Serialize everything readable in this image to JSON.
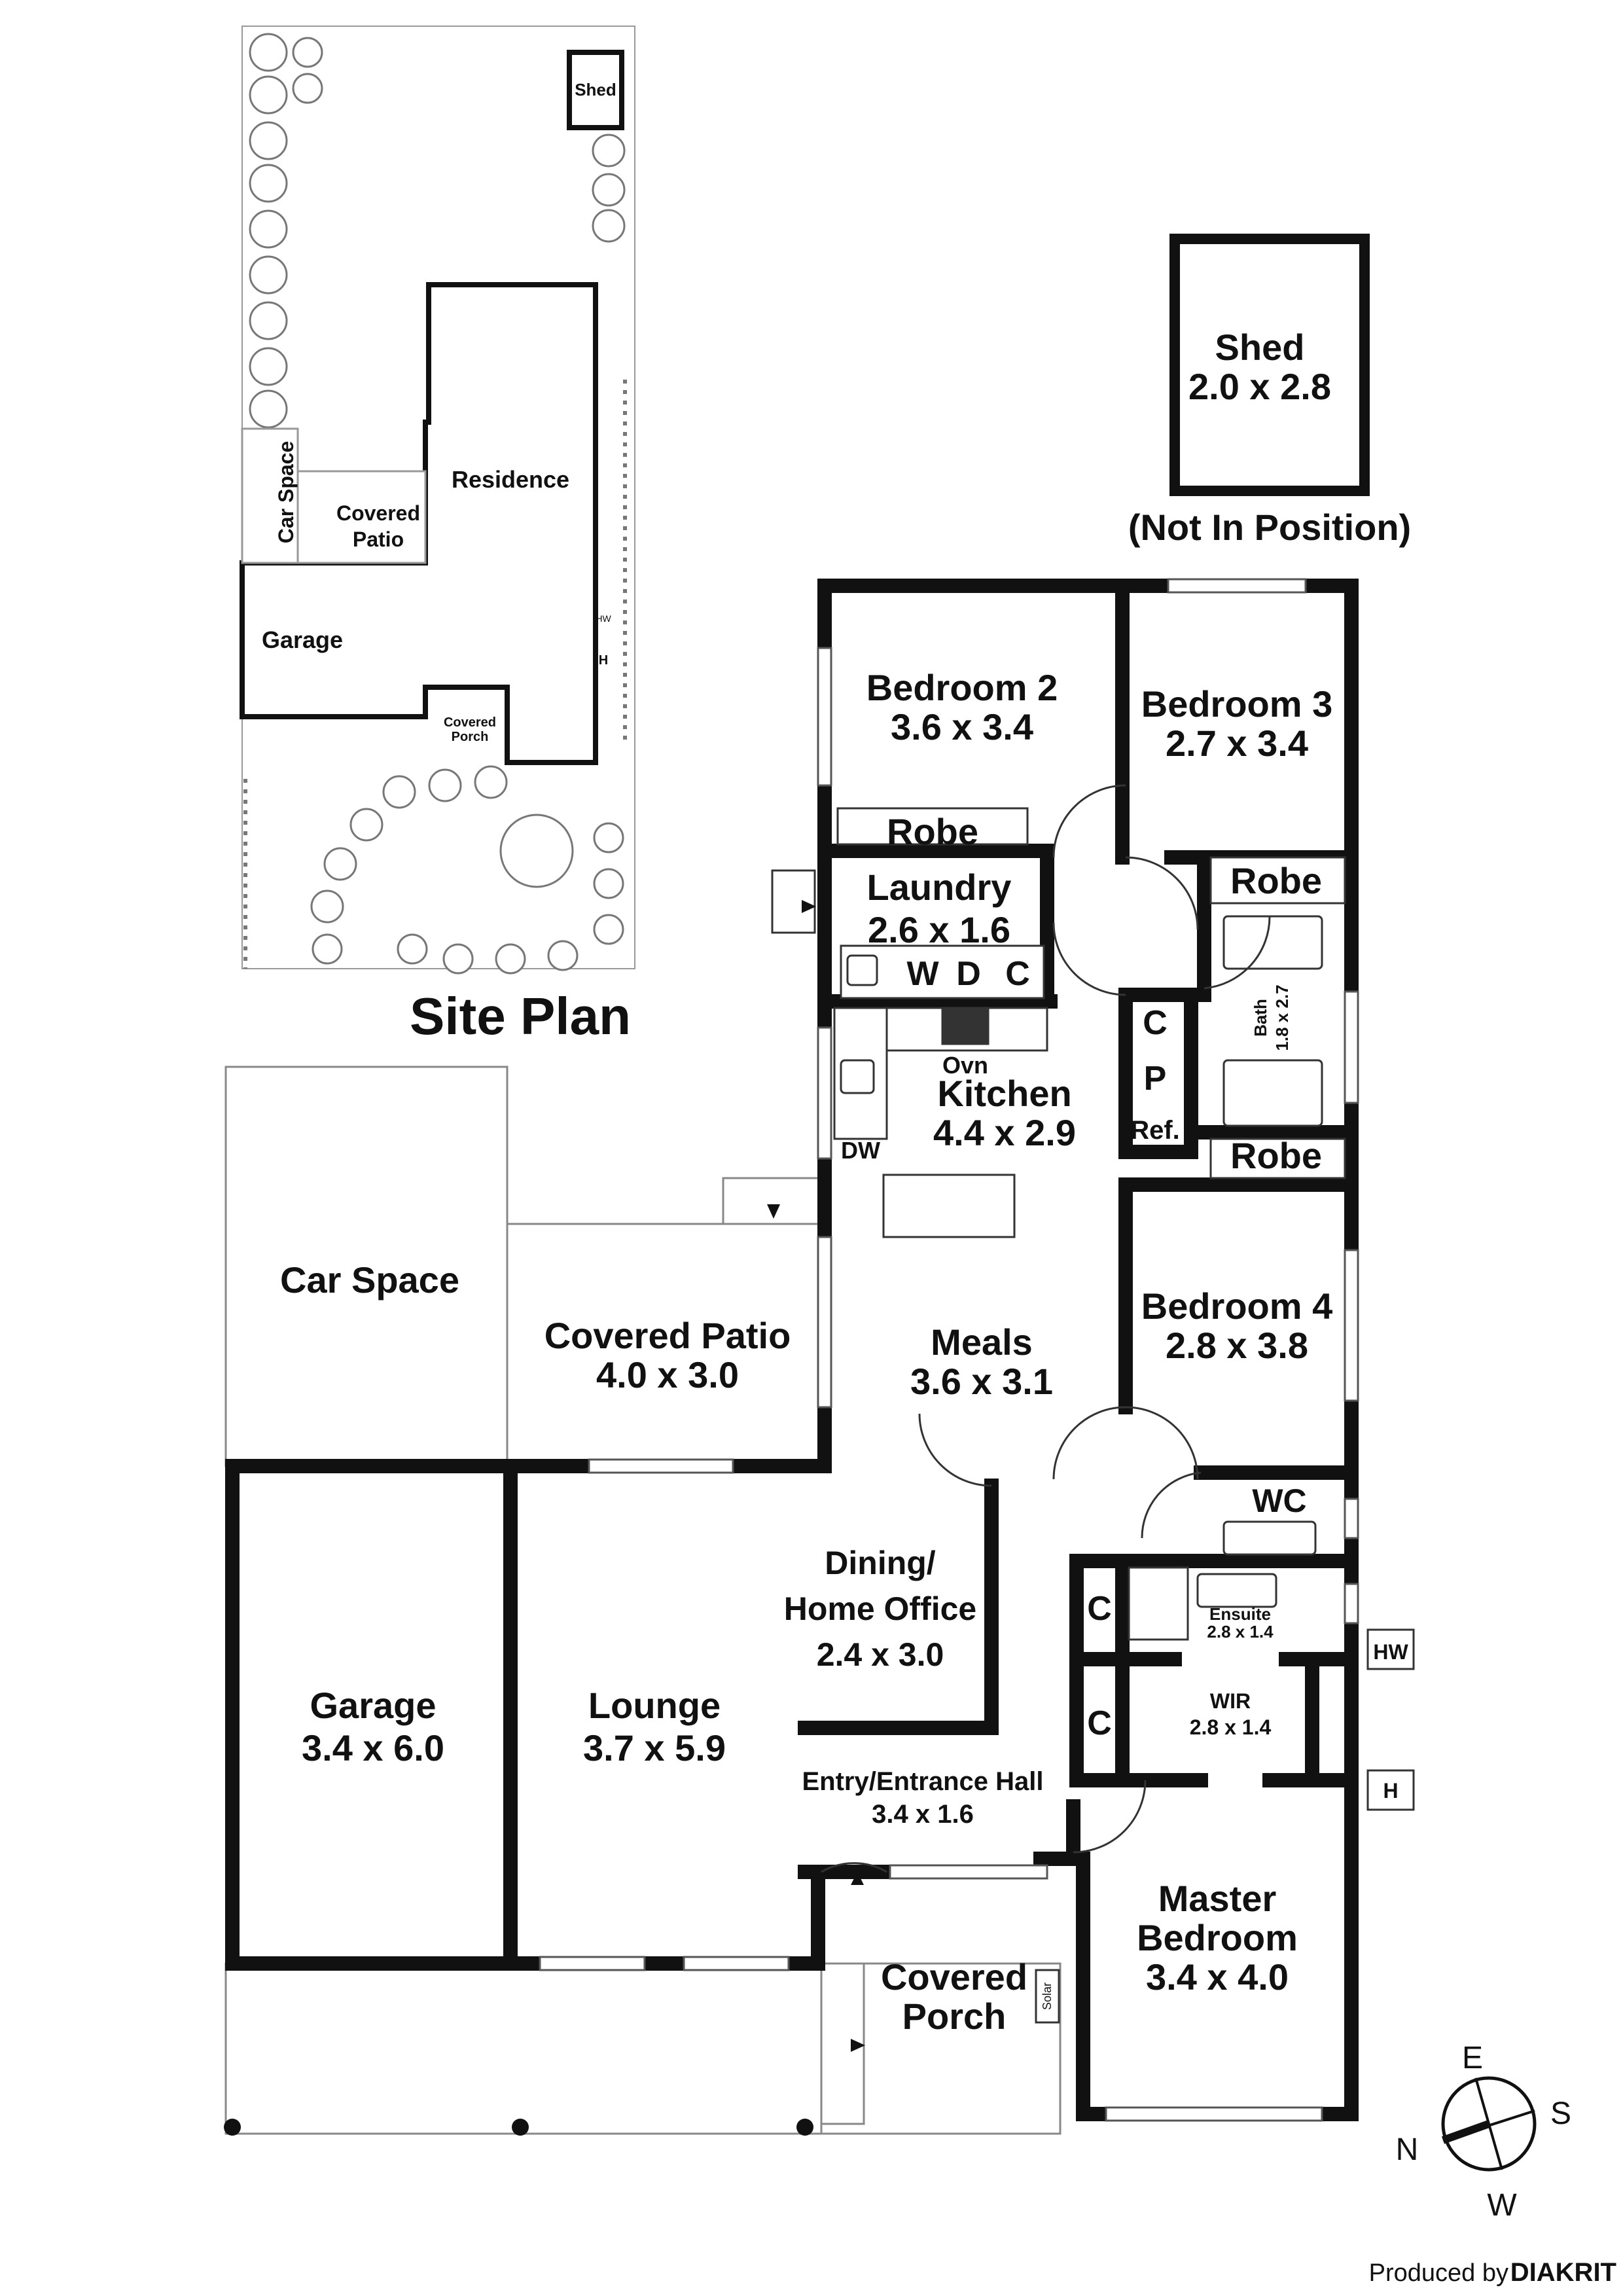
{
  "site_plan": {
    "title": "Site Plan",
    "labels": {
      "shed": "Shed",
      "residence": "Residence",
      "car_space": "Car Space",
      "covered_patio": "Covered Patio",
      "garage": "Garage",
      "covered_porch": "Covered Porch",
      "hw": "HW",
      "h": "H"
    }
  },
  "shed": {
    "name": "Shed",
    "size": "2.0 x 2.8",
    "note": "(Not In Position)"
  },
  "rooms": {
    "bedroom2": {
      "name": "Bedroom 2",
      "size": "3.6 x 3.4"
    },
    "bedroom3": {
      "name": "Bedroom 3",
      "size": "2.7 x 3.4"
    },
    "robe_b2": "Robe",
    "robe_b3": "Robe",
    "robe_b4": "Robe",
    "laundry": {
      "name": "Laundry",
      "size": "2.6 x 1.6"
    },
    "w": "W",
    "d": "D",
    "c_laundry": "C",
    "c_hall": "C",
    "p": "P",
    "ref": "Ref.",
    "bath": {
      "name": "Bath",
      "size": "1.8 x 2.7"
    },
    "kitchen": {
      "name": "Kitchen",
      "size": "4.4 x 2.9"
    },
    "ovn": "Ovn",
    "dw": "DW",
    "bedroom4": {
      "name": "Bedroom 4",
      "size": "2.8 x 3.8"
    },
    "car_space": "Car Space",
    "covered_patio": {
      "name": "Covered Patio",
      "size": "4.0 x 3.0"
    },
    "meals": {
      "name": "Meals",
      "size": "3.6 x 3.1"
    },
    "wc": "WC",
    "dining": {
      "line1": "Dining/",
      "line2": "Home Office",
      "size": "2.4 x 3.0"
    },
    "c_ensuite": "C",
    "ensuite": {
      "name": "Ensuite",
      "size": "2.8 x 1.4"
    },
    "hw": "HW",
    "garage": {
      "name": "Garage",
      "size": "3.4 x 6.0"
    },
    "lounge": {
      "name": "Lounge",
      "size": "3.7 x 5.9"
    },
    "c_wir": "C",
    "wir": {
      "name": "WIR",
      "size": "2.8 x 1.4"
    },
    "entry": {
      "name": "Entry/Entrance Hall",
      "size": "3.4 x 1.6"
    },
    "h": "H",
    "master": {
      "line1": "Master",
      "line2": "Bedroom",
      "size": "3.4 x 4.0"
    },
    "porch": {
      "line1": "Covered",
      "line2": "Porch"
    },
    "solar": "Solar"
  },
  "compass": {
    "e": "E",
    "s": "S",
    "n": "N",
    "w": "W"
  },
  "credit": {
    "prefix": "Produced by",
    "brand": "DIAKRIT"
  }
}
